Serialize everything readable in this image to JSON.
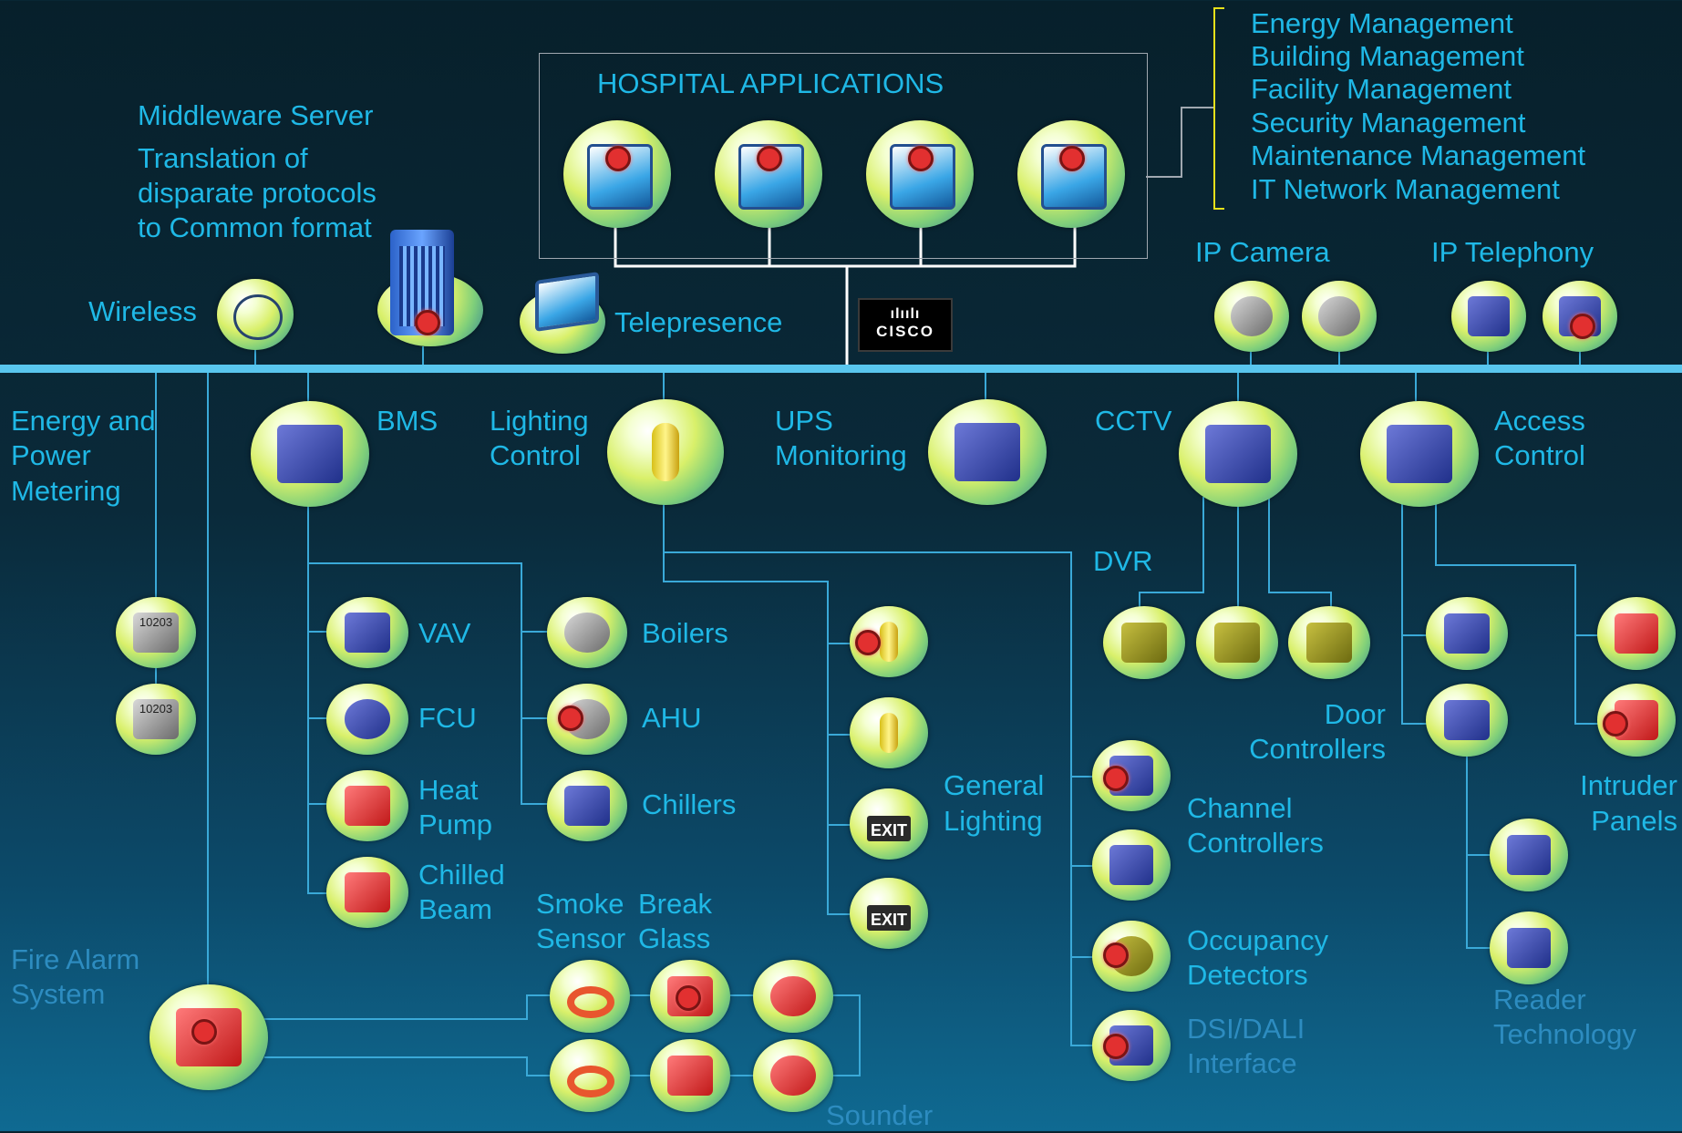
{
  "hospital_applications": {
    "title": "HOSPITAL APPLICATIONS",
    "management_list": [
      "Energy Management",
      "Building Management",
      "Facility Management",
      "Security Management",
      "Maintenance Management",
      "IT Network Management"
    ]
  },
  "middleware": {
    "title": "Middleware Server",
    "desc": [
      "Translation of",
      "disparate protocols",
      "to Common format"
    ]
  },
  "top_devices": {
    "wireless": "Wireless",
    "telepresence": "Telepresence",
    "ip_camera": "IP Camera",
    "ip_telephony": "IP Telephony",
    "cisco": "CISCO",
    "cisco_bars": "ılıılı"
  },
  "systems": {
    "energy": [
      "Energy and",
      "Power",
      "Metering"
    ],
    "bms": "BMS",
    "lighting": [
      "Lighting",
      "Control"
    ],
    "ups": [
      "UPS",
      "Monitoring"
    ],
    "cctv": "CCTV",
    "access": [
      "Access",
      "Control"
    ],
    "dvr": "DVR",
    "fire": [
      "Fire Alarm",
      "System"
    ]
  },
  "bms_children": {
    "vav": "VAV",
    "fcu": "FCU",
    "heat_pump": [
      "Heat",
      "Pump"
    ],
    "chilled_beam": [
      "Chilled",
      "Beam"
    ],
    "boilers": "Boilers",
    "ahu": "AHU",
    "chillers": "Chillers"
  },
  "lighting_children": {
    "general_lighting": [
      "General",
      "Lighting"
    ],
    "channel_controllers": [
      "Channel",
      "Controllers"
    ],
    "occupancy_detectors": [
      "Occupancy",
      "Detectors"
    ],
    "dsi_dali": [
      "DSI/DALI",
      "Interface"
    ],
    "exit_sign": "EXIT"
  },
  "access_children": {
    "door_controllers": [
      "Door",
      "Controllers"
    ],
    "intruder_panels": [
      "Intruder",
      "Panels"
    ],
    "reader_technology": [
      "Reader",
      "Technology"
    ]
  },
  "fire_children": {
    "smoke_sensor": [
      "Smoke",
      "Sensor"
    ],
    "break_glass": [
      "Break",
      "Glass"
    ],
    "sounder": "Sounder"
  },
  "meter_reading": "10203",
  "colors": {
    "label": "#1fb8e6",
    "backbone": "#59c6ee",
    "bracket": "#e6e01a",
    "hotspot": "#e23030"
  }
}
